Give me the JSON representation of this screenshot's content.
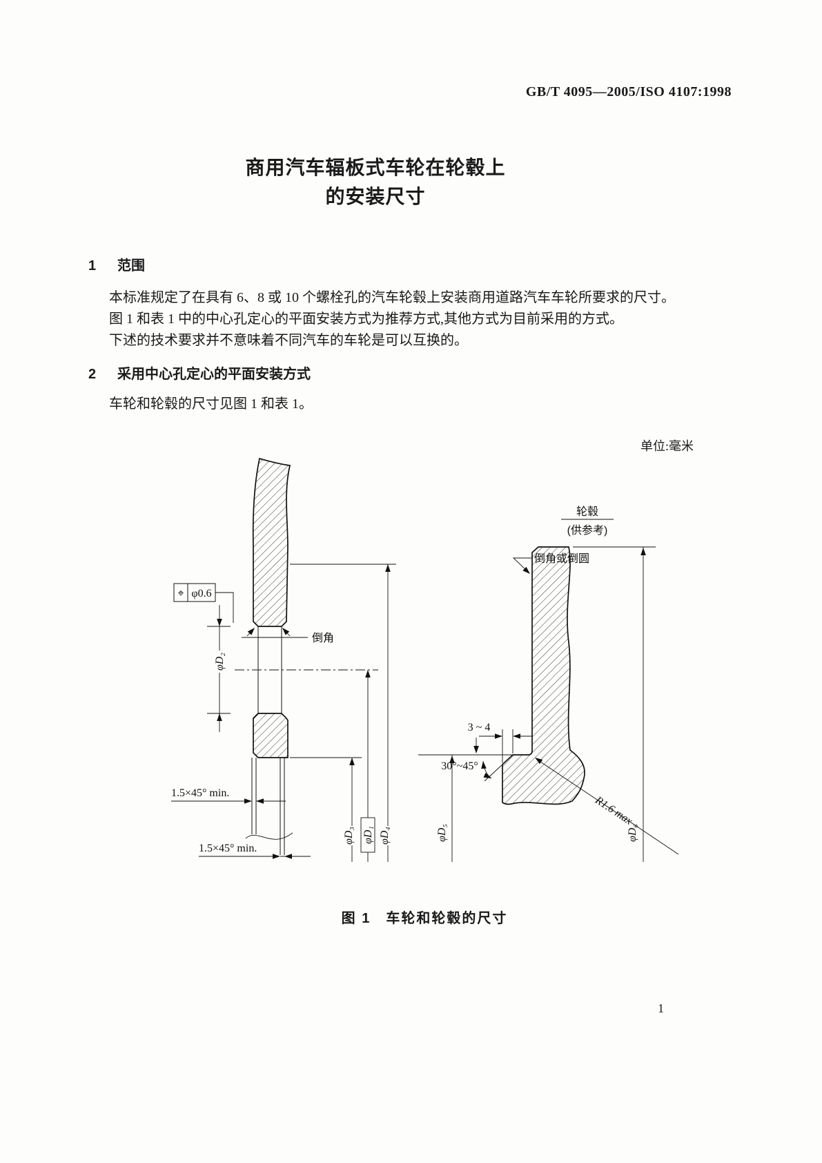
{
  "header": {
    "standard_code": "GB/T 4095—2005/ISO 4107:1998"
  },
  "title": {
    "line1": "商用汽车辐板式车轮在轮毂上",
    "line2": "的安装尺寸"
  },
  "section1": {
    "number": "1",
    "heading": "范围",
    "p1": "本标准规定了在具有 6、8 或 10 个螺栓孔的汽车轮毂上安装商用道路汽车车轮所要求的尺寸。",
    "p2": "图 1 和表 1 中的中心孔定心的平面安装方式为推荐方式,其他方式为目前采用的方式。",
    "p3": "下述的技术要求并不意味着不同汽车的车轮是可以互换的。"
  },
  "section2": {
    "number": "2",
    "heading": "采用中心孔定心的平面安装方式",
    "p1": "车轮和轮毂的尺寸见图 1 和表 1。"
  },
  "figure": {
    "unit_note": "单位:毫米",
    "caption": "图 1　车轮和轮毂的尺寸",
    "hub_label": "轮毂",
    "hub_sublabel": "(供参考)",
    "chamfer_or_fillet_label": "倒角或倒圆",
    "chamfer_label": "倒角",
    "position_tolerance_symbol": "⌖",
    "position_tolerance_value": "φ0.6",
    "dim_d1": "φD₁",
    "dim_d2": "φD₂",
    "dim_d3": "φD₃",
    "dim_d4": "φD₄",
    "dim_d5": "φD₅",
    "dim_d6": "φD₆",
    "chamfer_min_1": "1.5×45° min.",
    "chamfer_min_2": "1.5×45° min.",
    "spigot_length": "3 ~ 4",
    "chamfer_angle": "30°~45°",
    "fillet_radius": "R1.6 max"
  },
  "footer": {
    "page_number": "1"
  }
}
